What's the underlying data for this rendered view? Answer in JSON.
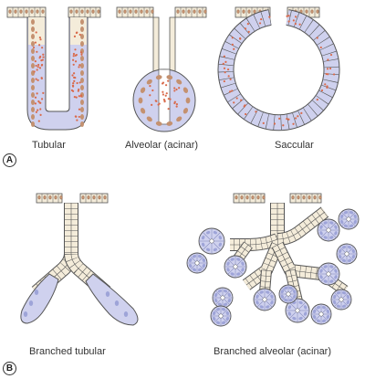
{
  "panels": [
    {
      "letter": "A",
      "glands": [
        "Tubular",
        "Alveolar (acinar)",
        "Saccular"
      ]
    },
    {
      "letter": "B",
      "glands": [
        "Branched tubular",
        "Branched alveolar (acinar)"
      ]
    }
  ],
  "colors": {
    "outline": "#555555",
    "tall_cell_fill": "#f4ecda",
    "secretory_fill": "#cfd1ee",
    "secretory_dark": "#9ea4d8",
    "duct_cell_fill": "#f4ecda",
    "nucleus": "#c49170",
    "granule": "#d96a4b",
    "caption_text": "#333333"
  }
}
